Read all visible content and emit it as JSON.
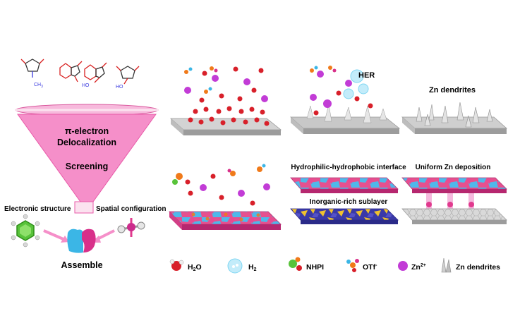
{
  "funnel": {
    "line1": "π-electron",
    "line2": "Delocalization",
    "line3": "Screening"
  },
  "left_labels": {
    "electronic": "Electronic structure",
    "spatial": "Spatial configuration",
    "assemble": "Assemble"
  },
  "molecule_labels": {
    "ch3": "CH",
    "ch3_sub": "3",
    "ho_a": "HO",
    "ho_b": "HO"
  },
  "panel_labels": {
    "her": "HER",
    "dendrites": "Zn dendrites",
    "interface": "Hydrophilic-hydrophobic interface",
    "uniform": "Uniform Zn deposition",
    "sublayer": "Inorganic-rich sublayer"
  },
  "legend": {
    "h2o": "H",
    "h2o_sub": "2",
    "h2o_end": "O",
    "h2": "H",
    "h2_sub": "2",
    "nhpi": "NHPI",
    "otf": "OTf",
    "otf_sup": "-",
    "zn": "Zn",
    "zn_sup": "2+",
    "zn_dendrites": "Zn dendrites"
  },
  "colors": {
    "funnel_pink": "#f58fc9",
    "pink_edge": "#e85aa8",
    "slab_gray": "#c9c9c9",
    "zn_ion": "#c23cd6",
    "h2_blue": "#7fd6f2",
    "water_red": "#d8202a",
    "otf_orange": "#f07a1a"
  }
}
